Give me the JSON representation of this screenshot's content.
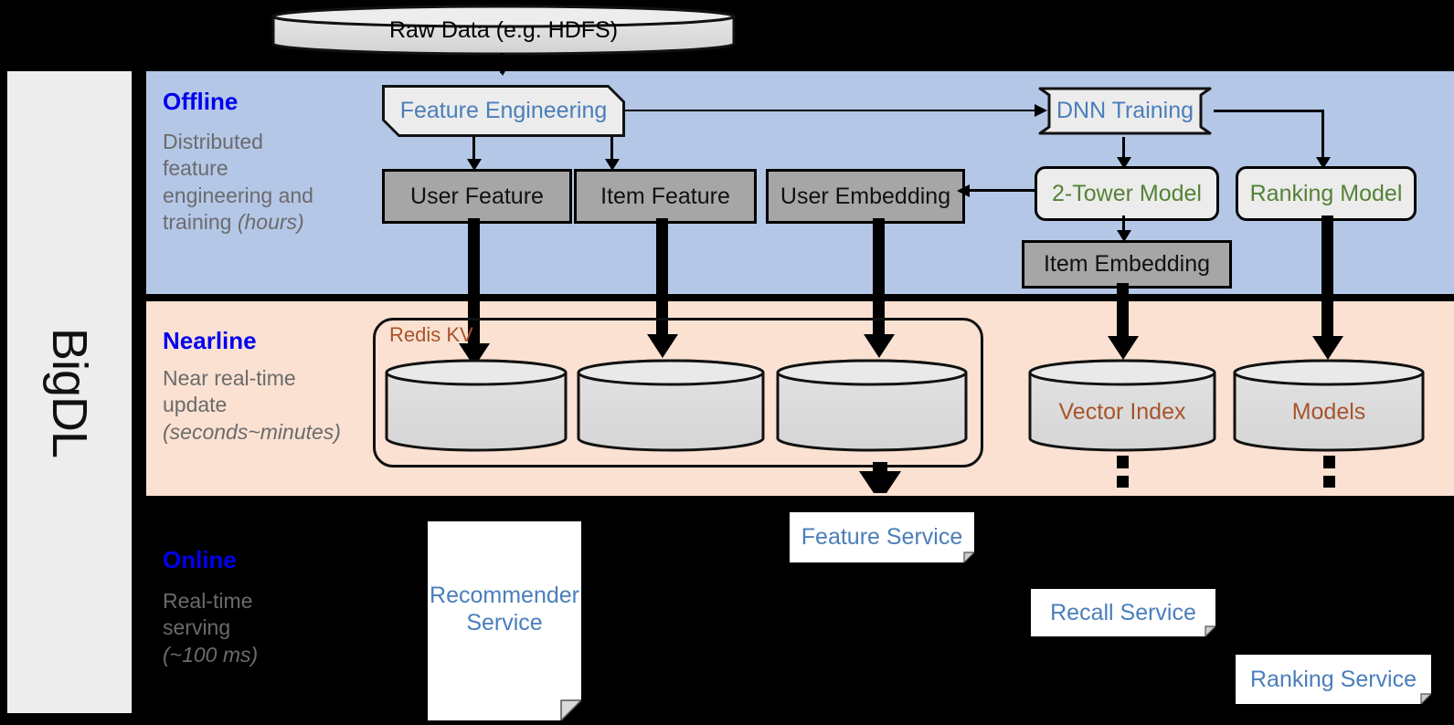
{
  "sidebar": {
    "label": "BigDL"
  },
  "bands": [
    {
      "id": "offline",
      "title": "Offline",
      "desc_line1": "Distributed",
      "desc_line2": "feature",
      "desc_line3": "engineering and",
      "desc_line4": "training ",
      "desc_italic": "(hours)"
    },
    {
      "id": "nearline",
      "title": "Nearline",
      "desc_line1": "Near real-time",
      "desc_line2": "update",
      "desc_italic": "(seconds~minutes)"
    },
    {
      "id": "online",
      "title": "Online",
      "desc_line1": "Real-time",
      "desc_line2": "serving",
      "desc_italic": "(~100 ms)"
    }
  ],
  "nodes": {
    "raw_data": "Raw Data (e.g. HDFS)",
    "feature_engineering": "Feature Engineering",
    "dnn_training": "DNN Training",
    "user_feature": "User Feature",
    "item_feature": "Item Feature",
    "user_embedding": "User Embedding",
    "two_tower_model": "2-Tower Model",
    "ranking_model": "Ranking Model",
    "item_embedding": "Item Embedding",
    "redis_kv": "Redis KV",
    "vector_index": "Vector Index",
    "models": "Models",
    "recommender_service_l1": "Recommender",
    "recommender_service_l2": "Service",
    "feature_service": "Feature Service",
    "recall_service": "Recall Service",
    "ranking_service": "Ranking Service"
  },
  "colors": {
    "offline_band": "#b4c7e7",
    "nearline_band": "#fae1d2",
    "online_band": "#000000",
    "band_title": "#0000ee",
    "band_desc": "#6b6b6b",
    "blue_text": "#4a7ebb",
    "green_text": "#548235",
    "brown_text": "#a9542a",
    "gray_node": "#a6a6a6",
    "light_node": "#ececec",
    "sidebar": "#ededed"
  }
}
